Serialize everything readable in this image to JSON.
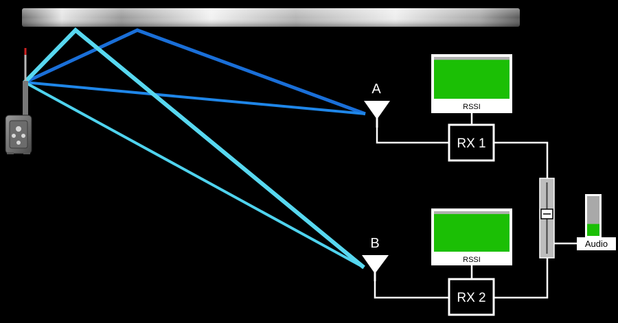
{
  "colors": {
    "background": "#000000",
    "reflector": "#bfbfbf",
    "path_light": "#4fd3ee",
    "path_dark": "#1a6fd8",
    "rssi_bar": "#1bbf05",
    "rssi_empty": "#b0b0b0",
    "wire": "#ffffff"
  },
  "antenna_a": {
    "label": "A"
  },
  "antenna_b": {
    "label": "B"
  },
  "receiver_1": {
    "label": "RX 1",
    "meter_label": "RSSI",
    "meter_level": 0.93
  },
  "receiver_2": {
    "label": "RX 2",
    "meter_label": "RSSI",
    "meter_level": 0.93
  },
  "audio_meter": {
    "label": "Audio",
    "level": 0.3
  },
  "crossfader": {
    "position": 0.5
  },
  "icons": {
    "transmitter": "bodypack-transmitter-icon",
    "antenna": "antenna-icon",
    "switch": "diversity-switch-icon"
  }
}
